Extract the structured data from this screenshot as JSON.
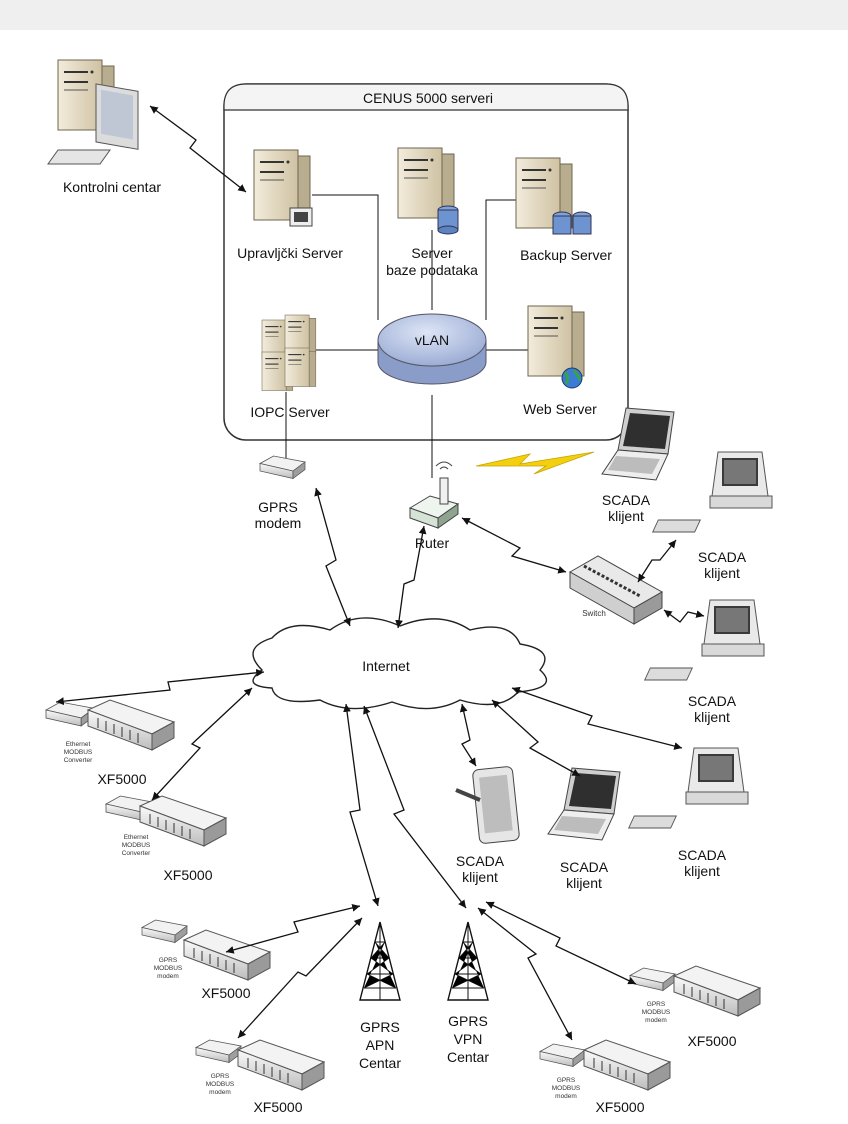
{
  "cluster": {
    "title": "CENUS  5000 serveri"
  },
  "servers": {
    "control_center": "Kontrolni centar",
    "management": "Upravljčki Server",
    "database_1": "Server",
    "database_2": "baze podataka",
    "backup": "Backup Server",
    "iopc": "IOPC Server",
    "web": "Web Server",
    "vlan": "vLAN"
  },
  "network": {
    "gprs_modem_1": "GPRS",
    "gprs_modem_2": "modem",
    "router": "Ruter",
    "internet": "Internet",
    "switch": "Switch"
  },
  "clients": {
    "scada_1": "SCADA",
    "scada_2": "klijent"
  },
  "devices": {
    "xf5000": "XF5000",
    "eth_1": "Ethernet",
    "eth_2": "MODBUS",
    "eth_3": "Converter",
    "gprsmod_1": "GPRS",
    "gprsmod_2": "MODBUS",
    "gprsmod_3": "modem"
  },
  "towers": {
    "apn_1": "GPRS",
    "apn_2": "APN",
    "apn_3": "Centar",
    "vpn_1": "GPRS",
    "vpn_2": "VPN",
    "vpn_3": "Centar"
  },
  "colors": {
    "server_body": "#e6dcc4",
    "vlan": "#b9c6e4",
    "lightning": "#f2d010"
  }
}
